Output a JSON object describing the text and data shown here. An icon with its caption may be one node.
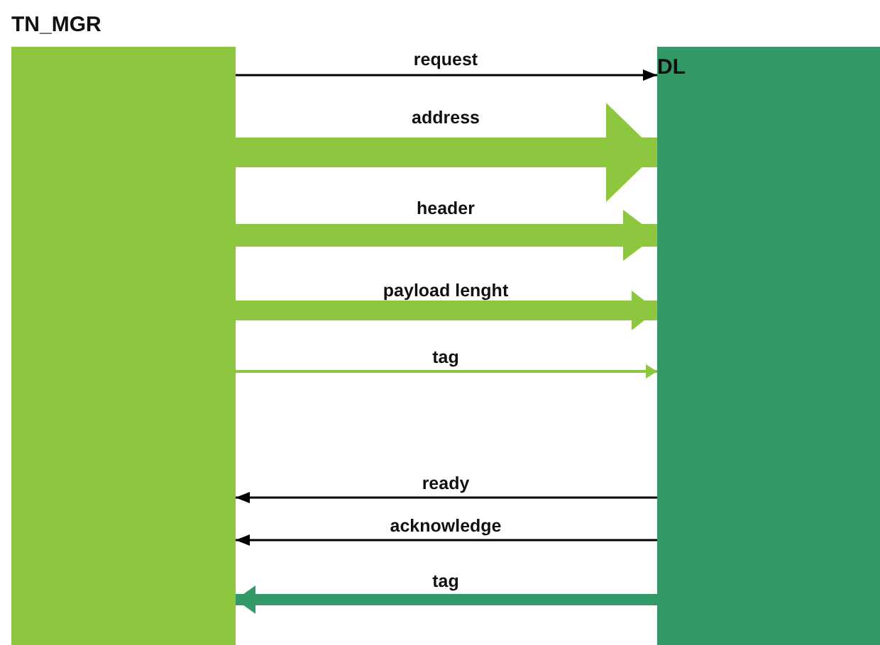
{
  "diagram": {
    "nodes": [
      {
        "text": [
          "TN_MGR"
        ]
      },
      {
        "text": [
          "DL"
        ]
      }
    ],
    "edges": [
      {
        "from": 0,
        "to": 1,
        "arrow": "to",
        "label": "request",
        "color": "#000000"
      },
      {
        "from": 0,
        "to": 1,
        "arrow": "to",
        "label": "address",
        "style": "thick"
      },
      {
        "from": 0,
        "to": 1,
        "arrow": "to",
        "label": "header",
        "style": "thick"
      },
      {
        "from": 0,
        "to": 1,
        "arrow": "to",
        "label": "payload lenght",
        "style": "thick"
      },
      {
        "from": 0,
        "to": 1,
        "arrow": "to",
        "label": "tag"
      },
      {
        "from": 1,
        "to": 0,
        "arrow": "to",
        "label": "ready",
        "color": "#000000"
      },
      {
        "from": 1,
        "to": 0,
        "arrow": "to",
        "label": "acknowledge",
        "color": "#000000"
      },
      {
        "from": 1,
        "to": 0,
        "arrow": "to",
        "label": "tag",
        "style": "thick",
        "color": "#339966"
      }
    ]
  }
}
